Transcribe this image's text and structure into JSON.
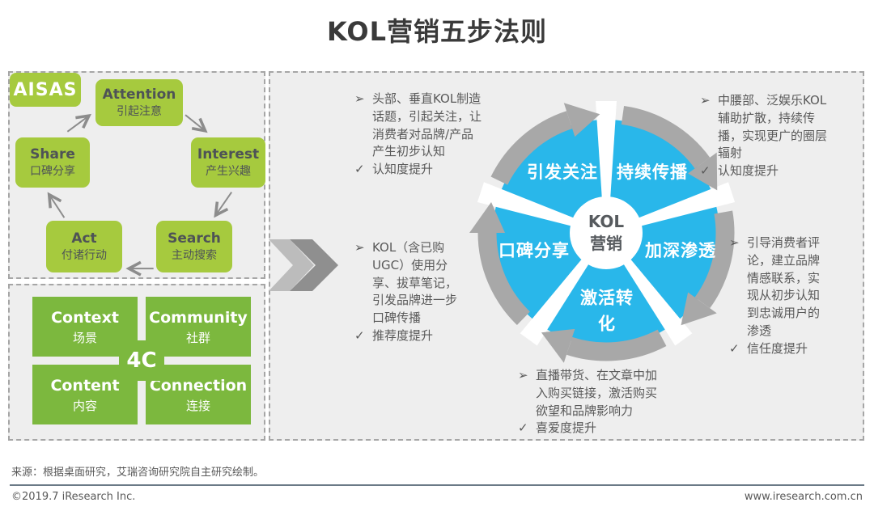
{
  "title": "KOL营销五步法则",
  "markers": {
    "arrow": "➢",
    "check": "✓"
  },
  "aisas": {
    "center": "AISAS",
    "nodes": [
      {
        "en": "Attention",
        "zh": "引起注意"
      },
      {
        "en": "Interest",
        "zh": "产生兴趣"
      },
      {
        "en": "Search",
        "zh": "主动搜索"
      },
      {
        "en": "Act",
        "zh": "付诸行动"
      },
      {
        "en": "Share",
        "zh": "口碑分享"
      }
    ]
  },
  "four_c": {
    "center": "4C",
    "cells": [
      {
        "en": "Context",
        "zh": "场景"
      },
      {
        "en": "Community",
        "zh": "社群"
      },
      {
        "en": "Content",
        "zh": "内容"
      },
      {
        "en": "Connection",
        "zh": "连接"
      }
    ]
  },
  "wheel": {
    "center_line1": "KOL",
    "center_line2": "营销",
    "segments": [
      "引发关注",
      "持续传播",
      "加深渗透",
      "激活转化",
      "口碑分享"
    ]
  },
  "bullets": {
    "top_left": {
      "arrow": "头部、垂直KOL制造话题，引起关注，让消费者对品牌/产品产生初步认知",
      "check": "认知度提升"
    },
    "top_right": {
      "arrow": "中腰部、泛娱乐KOL辅助扩散，持续传播，实现更广的圈层辐射",
      "check": "认知度提升"
    },
    "mid_left": {
      "arrow": "KOL（含已购UGC）使用分享、拔草笔记，引发品牌进一步口碑传播",
      "check": "推荐度提升"
    },
    "mid_right": {
      "arrow": "引导消费者评论，建立品牌情感联系，实现从初步认知到忠诚用户的渗透",
      "check": "信任度提升"
    },
    "bottom": {
      "arrow": "直播带货、在文章中加入购买链接，激活购买欲望和品牌影响力",
      "check": "喜爱度提升"
    }
  },
  "footer": {
    "source": "来源：根据桌面研究，艾瑞咨询研究院自主研究绘制。",
    "copyright": "©2019.7 iResearch Inc.",
    "website": "www.iresearch.com.cn"
  },
  "colors": {
    "aisas_green": "#a6ca3e",
    "four_c_green": "#7cb83e",
    "blue": "#29b7ea",
    "ring": "#a8a8a8",
    "text": "#595959",
    "chevron_light": "#bcbcbc",
    "chevron_dark": "#8f8f8f"
  }
}
